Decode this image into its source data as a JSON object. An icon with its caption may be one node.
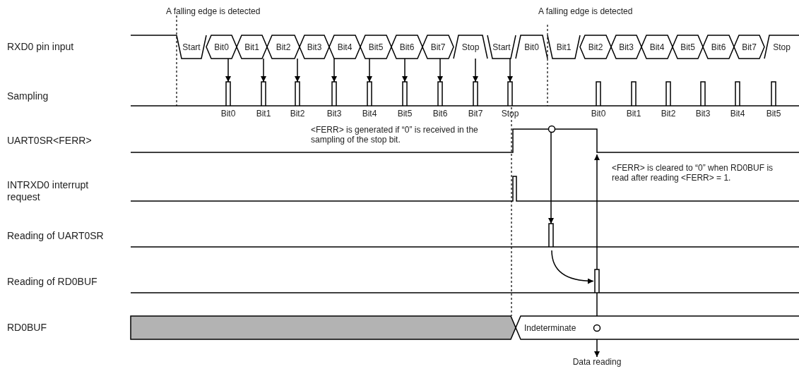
{
  "diagram": {
    "nodes": [
      {
        "text": [
          "Start"
        ]
      },
      {
        "text": [
          "Bit0"
        ]
      },
      {
        "text": [
          "Bit1"
        ]
      },
      {
        "text": [
          "Bit2"
        ]
      },
      {
        "text": [
          "Bit3"
        ]
      },
      {
        "text": [
          "Bit4"
        ]
      },
      {
        "text": [
          "Bit5"
        ]
      },
      {
        "text": [
          "Bit6"
        ]
      },
      {
        "text": [
          "Bit7"
        ]
      },
      {
        "text": [
          "Stop"
        ]
      },
      {
        "text": [
          "Start"
        ]
      },
      {
        "text": [
          "Bit0"
        ]
      },
      {
        "text": [
          "Bit1"
        ]
      },
      {
        "text": [
          "Bit2"
        ]
      },
      {
        "text": [
          "Bit3"
        ]
      },
      {
        "text": [
          "Bit4"
        ]
      },
      {
        "text": [
          "Bit5"
        ]
      },
      {
        "text": [
          "Bit6"
        ]
      },
      {
        "text": [
          "Bit7"
        ]
      },
      {
        "text": [
          "Stop"
        ]
      },
      {
        "text": [],
        "shape": "bar",
        "beside": [
          "Bit0"
        ]
      },
      {
        "text": [],
        "shape": "bar",
        "beside": [
          "Bit1"
        ]
      },
      {
        "text": [],
        "shape": "bar",
        "beside": [
          "Bit2"
        ]
      },
      {
        "text": [],
        "shape": "bar",
        "beside": [
          "Bit3"
        ]
      },
      {
        "text": [],
        "shape": "bar",
        "beside": [
          "Bit4"
        ]
      },
      {
        "text": [],
        "shape": "bar",
        "beside": [
          "Bit5"
        ]
      },
      {
        "text": [],
        "shape": "bar",
        "beside": [
          "Bit6"
        ]
      },
      {
        "text": [],
        "shape": "bar",
        "beside": [
          "Bit7"
        ]
      },
      {
        "text": [],
        "shape": "bar",
        "beside": [
          "Stop"
        ]
      },
      {
        "text": [],
        "shape": "bar",
        "beside": [
          "Bit0"
        ]
      },
      {
        "text": [],
        "shape": "bar",
        "beside": [
          "Bit1"
        ]
      },
      {
        "text": [],
        "shape": "bar",
        "beside": [
          "Bit2"
        ]
      },
      {
        "text": [],
        "shape": "bar",
        "beside": [
          "Bit3"
        ]
      },
      {
        "text": [],
        "shape": "bar",
        "beside": [
          "Bit4"
        ]
      },
      {
        "text": [],
        "shape": "bar",
        "beside": [
          "Bit5"
        ]
      },
      {
        "text": [],
        "shape": "circle"
      },
      {
        "text": [],
        "shape": "bar"
      },
      {
        "text": [],
        "shape": "bar"
      },
      {
        "text": [
          "Indeterminate"
        ]
      },
      {
        "text": [],
        "shape": "circle",
        "in": 38
      },
      {
        "text": [
          "Data reading"
        ]
      },
      {
        "text": [],
        "shape": "box"
      }
    ],
    "edges": [
      {
        "from": 1,
        "to": 20,
        "arrow": "to"
      },
      {
        "from": 2,
        "to": 21,
        "arrow": "to"
      },
      {
        "from": 3,
        "to": 22,
        "arrow": "to"
      },
      {
        "from": 5,
        "to": 23,
        "arrow": "to"
      },
      {
        "from": 6,
        "to": 24,
        "arrow": "to"
      },
      {
        "from": 7,
        "to": 25,
        "arrow": "to"
      },
      {
        "from": 8,
        "to": 26,
        "arrow": "to"
      },
      {
        "from": 9,
        "to": 27,
        "arrow": "to"
      },
      {
        "from": 10,
        "to": 28,
        "arrow": "to"
      },
      {
        "from": 35,
        "to": 36,
        "arrow": "to"
      },
      {
        "from": 36,
        "to": 37,
        "arrow": "to"
      },
      {
        "from": 37,
        "to": null,
        "arrow": "to"
      },
      {
        "from": 37,
        "to": 39,
        "arrow": "none"
      },
      {
        "from": 39,
        "to": 40,
        "arrow": "to"
      }
    ],
    "labels": [
      "A falling edge is detected",
      "A falling edge is detected",
      "RXD0 pin input",
      "Sampling",
      "UART0SR<FERR>",
      "<FERR> is generated if “0” is received in the sampling of the stop bit.",
      "INTRXD0 interrupt request",
      "<FERR> is cleared to “0” when RD0BUF is read after reading <FERR> = 1.",
      "Reading of UART0SR",
      "Reading of RD0BUF",
      "RD0BUF"
    ]
  }
}
